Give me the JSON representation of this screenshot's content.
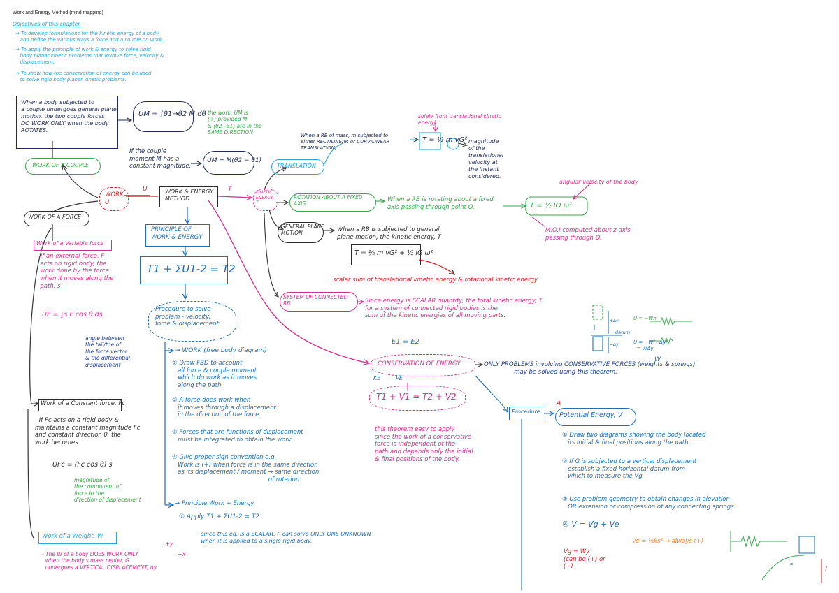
{
  "title": "Work and Energy Method (mind mapping)",
  "objectives": {
    "heading": "Objectives of this chapter",
    "items": [
      "→ To develop formulations for the kinetic energy of a body\n   and define the various ways a force and a couple do work.",
      "→ To apply the principle of work & energy to solve rigid\n   body planar kinetic problems that involve force, velocity &\n   displacement.",
      "→ To show how the conservation of energy can be used\n   to solve rigid body planar kinetic problems."
    ]
  },
  "center": {
    "label": "WORK & ENERGY\nMETHOD",
    "work_cloud": "WORK,\nU",
    "u_label": "U",
    "t_label": "T",
    "kinetic_cloud": "KINETIC\nENERGY,\nT"
  },
  "couple": {
    "desc": "When a body subjected to\na couple undergoes general plane\nmotion, the two couple forces\nDO WORK ONLY when the body\nROTATES.",
    "formula": "UM = ∫θ1→θ2 M dθ",
    "note": "the work, UM is\n(+) provided M\n& (θ2−θ1) are in the\nSAME DIRECTION",
    "constant": "If the couple\nmoment M has a\nconstant magnitude,",
    "constant_formula": "UM = M(θ2 − θ1)",
    "node": "WORK OF A COUPLE"
  },
  "force": {
    "node": "WORK OF A FORCE",
    "variable": {
      "heading": "Work of a Variable force",
      "text": "- If an external force, F\n  acts on rigid body, the\n  work done by the force\n  when it moves along the\n  path, s",
      "formula": "UF = ∫s F cos θ ds",
      "angle": "angle between\nthe tail/toe of\nthe force vector\n& the differential\ndisplacement"
    },
    "constant": {
      "heading": "Work of a Constant force, Fc",
      "text": "- If Fc acts on a rigid body &\nmaintains a constant magnitude Fc\nand constant direction θ, the\nwork becomes",
      "formula": "UFc = (Fc cos θ) s",
      "note": "magnitude of\nthe component of\nforce in the\ndirection of displacement"
    },
    "weight": {
      "heading": "Work of a Weight, W",
      "text": "- The W of a body DOES WORK ONLY\n  when the body's mass center, G\n  undergoes a VERTICAL DISPLACEMENT, Δy"
    }
  },
  "principle": {
    "heading": "PRINCIPLE OF\nWORK & ENERGY",
    "equation": "T1 + ΣU1-2 = T2",
    "procedure": "Procedure to solve\nproblem - velocity,\nforce & displacement",
    "steps": {
      "work": "→ WORK (free body diagram)",
      "s1": "① Draw FBD to account\n   all force & couple moment\n   which do work as it moves\n   along the path.",
      "s2": "② A force does work when\n   it moves through a displacement\n   in the direction of the force.",
      "s3": "③ Forces that are functions of displacement\n   must be integrated to obtain the work.",
      "s4": "④ Give proper sign convention e.g.\n   Work is (+) when force is in the same direction\n   as its displacement / moment → same direction\n                                                   of rotation",
      "pw": "→ Principle Work + Energy",
      "pw1": "① Apply T1 + ΣU1-2 = T2",
      "pw2": "- since this eq. is a SCALAR, ∴ can solve ONLY ONE UNKNOWN\n  when it is applied to a single rigid body."
    },
    "axes_y": "+y",
    "axes_x": "+x"
  },
  "kinetic": {
    "translation": {
      "node": "TRANSLATION",
      "desc": "When a RB of mass, m subjected to\neither RECTILINEAR or CURVILINEAR\nTRANSLATION,",
      "top": "solely from translational kinetic\nenergy",
      "formula": "T = ½ m vG²",
      "note": "magnitude\nof the\ntranslational\nvelocity at\nthe instant\nconsidered."
    },
    "rotation": {
      "node": "ROTATION ABOUT A FIXED\nAXIS",
      "desc": "When a RB is rotating about a fixed\naxis passing through point O,",
      "formula": "T = ½ IO ω²",
      "angular": "angular velocity of the body",
      "moi": "M.O.I computed about z-axis\npassing through O."
    },
    "general": {
      "node": "GENERAL PLANE\nMOTION",
      "desc": "When a RB is subjected to general\nplane motion, the kinetic energy, T",
      "formula": "T = ½ m vG² + ½ IG ω²",
      "sum": "scalar sum of translational kinetic energy & rotational kinetic energy"
    },
    "system": {
      "node": "SYSTEM OF CONNECTED\nRB",
      "desc": "Since energy is SCALAR quantity, the total kinetic energy, T\nfor a system of connected rigid bodies is the\nsum of the kinetic energies of all moving parts."
    }
  },
  "conservation": {
    "e_eq": "E1 = E2",
    "node": "CONSERVATION OF ENERGY",
    "ke": "KE",
    "pe": "PE",
    "equation": "T1 + V1 = T2 + V2",
    "desc": "ONLY PROBLEMS involving CONSERVATIVE FORCES (weights & springs)\n                may be solved using this theorem.",
    "note": "this theorem easy to apply\nsince the work of a conservative\nforce is independent of the\npath and depends only the initial\n& final positions of the body.",
    "procedure": "Procedure",
    "a": "A",
    "potential": "Potential Energy, V",
    "p1": "① Draw two diagrams showing the body located\n   its initial & final positions along the path.",
    "p2": "② If G is subjected to a vertical displacement\n   establish a fixed horizontal datum from\n   which to measure the Vg.",
    "p3": "③ Use problem geometry to obtain changes in elevation\n   OR extension or compression of any connecting springs.",
    "p4": "④ V = Vg + Ve",
    "vg": "Vg = Wy\n(can be (+) or\n(−)",
    "ve": "Ve = ½ks² → always (+)",
    "datum": "datum",
    "uwh": "U = −Wh",
    "uwdy": "U = −W(−Δy)\n  = WΔy",
    "w": "W",
    "plus_dy": "+Δy",
    "minus_dy": "−Δy",
    "s_label": "s",
    "l_label": "l"
  },
  "colors": {
    "cyan": "#2aa3d6",
    "navy": "#1c2a55",
    "blue": "#1f6fb2",
    "green": "#36a84a",
    "magenta": "#d02f8f",
    "red": "#d11f1f",
    "orange": "#ef7a2a",
    "dark": "#2a2a2a"
  }
}
